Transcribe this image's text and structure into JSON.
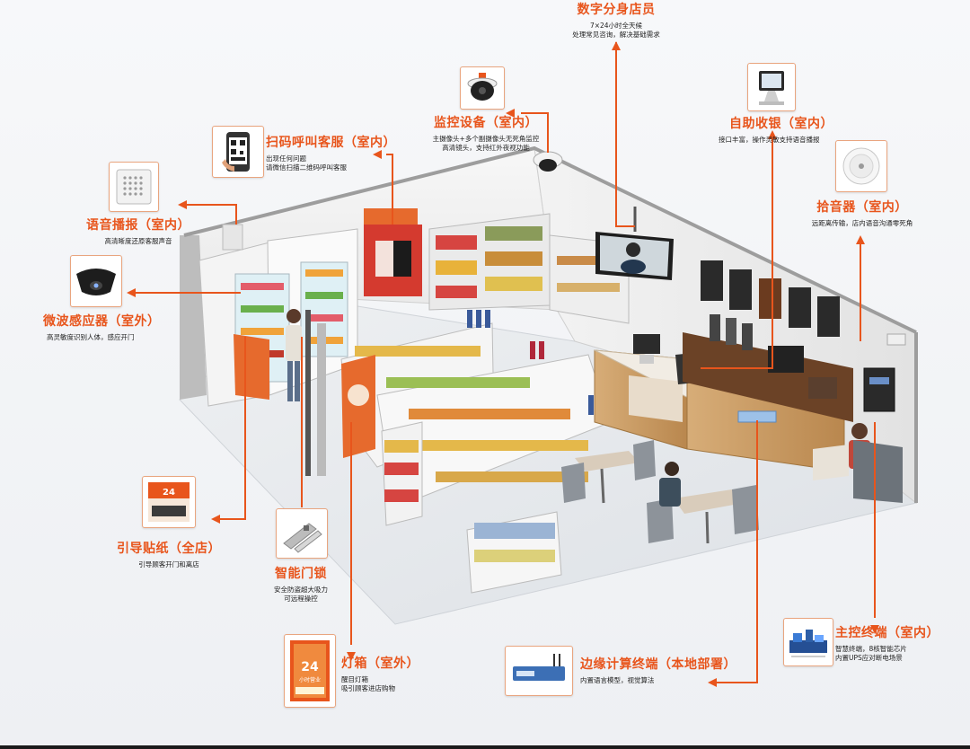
{
  "labels": {
    "digital_clerk": {
      "title": "数字分身店员",
      "desc1": "7×24小时全天候",
      "desc2": "处理常见咨询，解决基础需求"
    },
    "monitoring": {
      "title": "监控设备（室内）",
      "desc1": "主摄像头+多个副摄像头无死角监控",
      "desc2": "高清镜头，支持红外夜视功能"
    },
    "scan_call": {
      "title": "扫码呼叫客服（室内）",
      "desc1": "出现任何问题",
      "desc2": "请微信扫描二维码呼叫客服"
    },
    "self_checkout": {
      "title": "自助收银（室内）",
      "desc1": "接口丰富，操作灵敏支持语音播报"
    },
    "voice_broadcast": {
      "title": "语音播报（室内）",
      "desc1": "高清晰度还原客服声音"
    },
    "pickup": {
      "title": "拾音器（室内）",
      "desc1": "远距离传输，店内语音沟通零死角"
    },
    "microwave": {
      "title": "微波感应器（室外）",
      "desc1": "高灵敏度识别人体，感应开门"
    },
    "guide_sticker": {
      "title": "引导贴纸（全店）",
      "desc1": "引导顾客开门和离店"
    },
    "smart_lock": {
      "title": "智能门锁",
      "desc1": "安全防盗超大吸力",
      "desc2": "可远程操控"
    },
    "lightbox": {
      "title": "灯箱（室外）",
      "desc1": "醒目灯箱",
      "desc2": "吸引顾客进店购物"
    },
    "edge_compute": {
      "title": "边缘计算终端（本地部署）",
      "desc1": "内置语言模型，视觉算法"
    },
    "main_terminal": {
      "title": "主控终端（室内）",
      "desc1": "智慧终端，8核智能芯片",
      "desc2": "内置UPS应对断电场景"
    }
  },
  "signage": {
    "hours_24": "24",
    "hours_sub": "小时营业"
  },
  "icons": [
    "camera-icon",
    "qr-phone-icon",
    "speaker-icon",
    "microwave-sensor-icon",
    "pos-terminal-icon",
    "microphone-sensor-icon",
    "guide-sticker-icon",
    "door-lock-icon",
    "lightbox-icon",
    "edge-box-icon",
    "control-terminal-icon"
  ],
  "colors": {
    "accent": "#e8551c",
    "wall": "#f2f2f2",
    "floor": "#e9ebee",
    "wood": "#c89a62"
  }
}
